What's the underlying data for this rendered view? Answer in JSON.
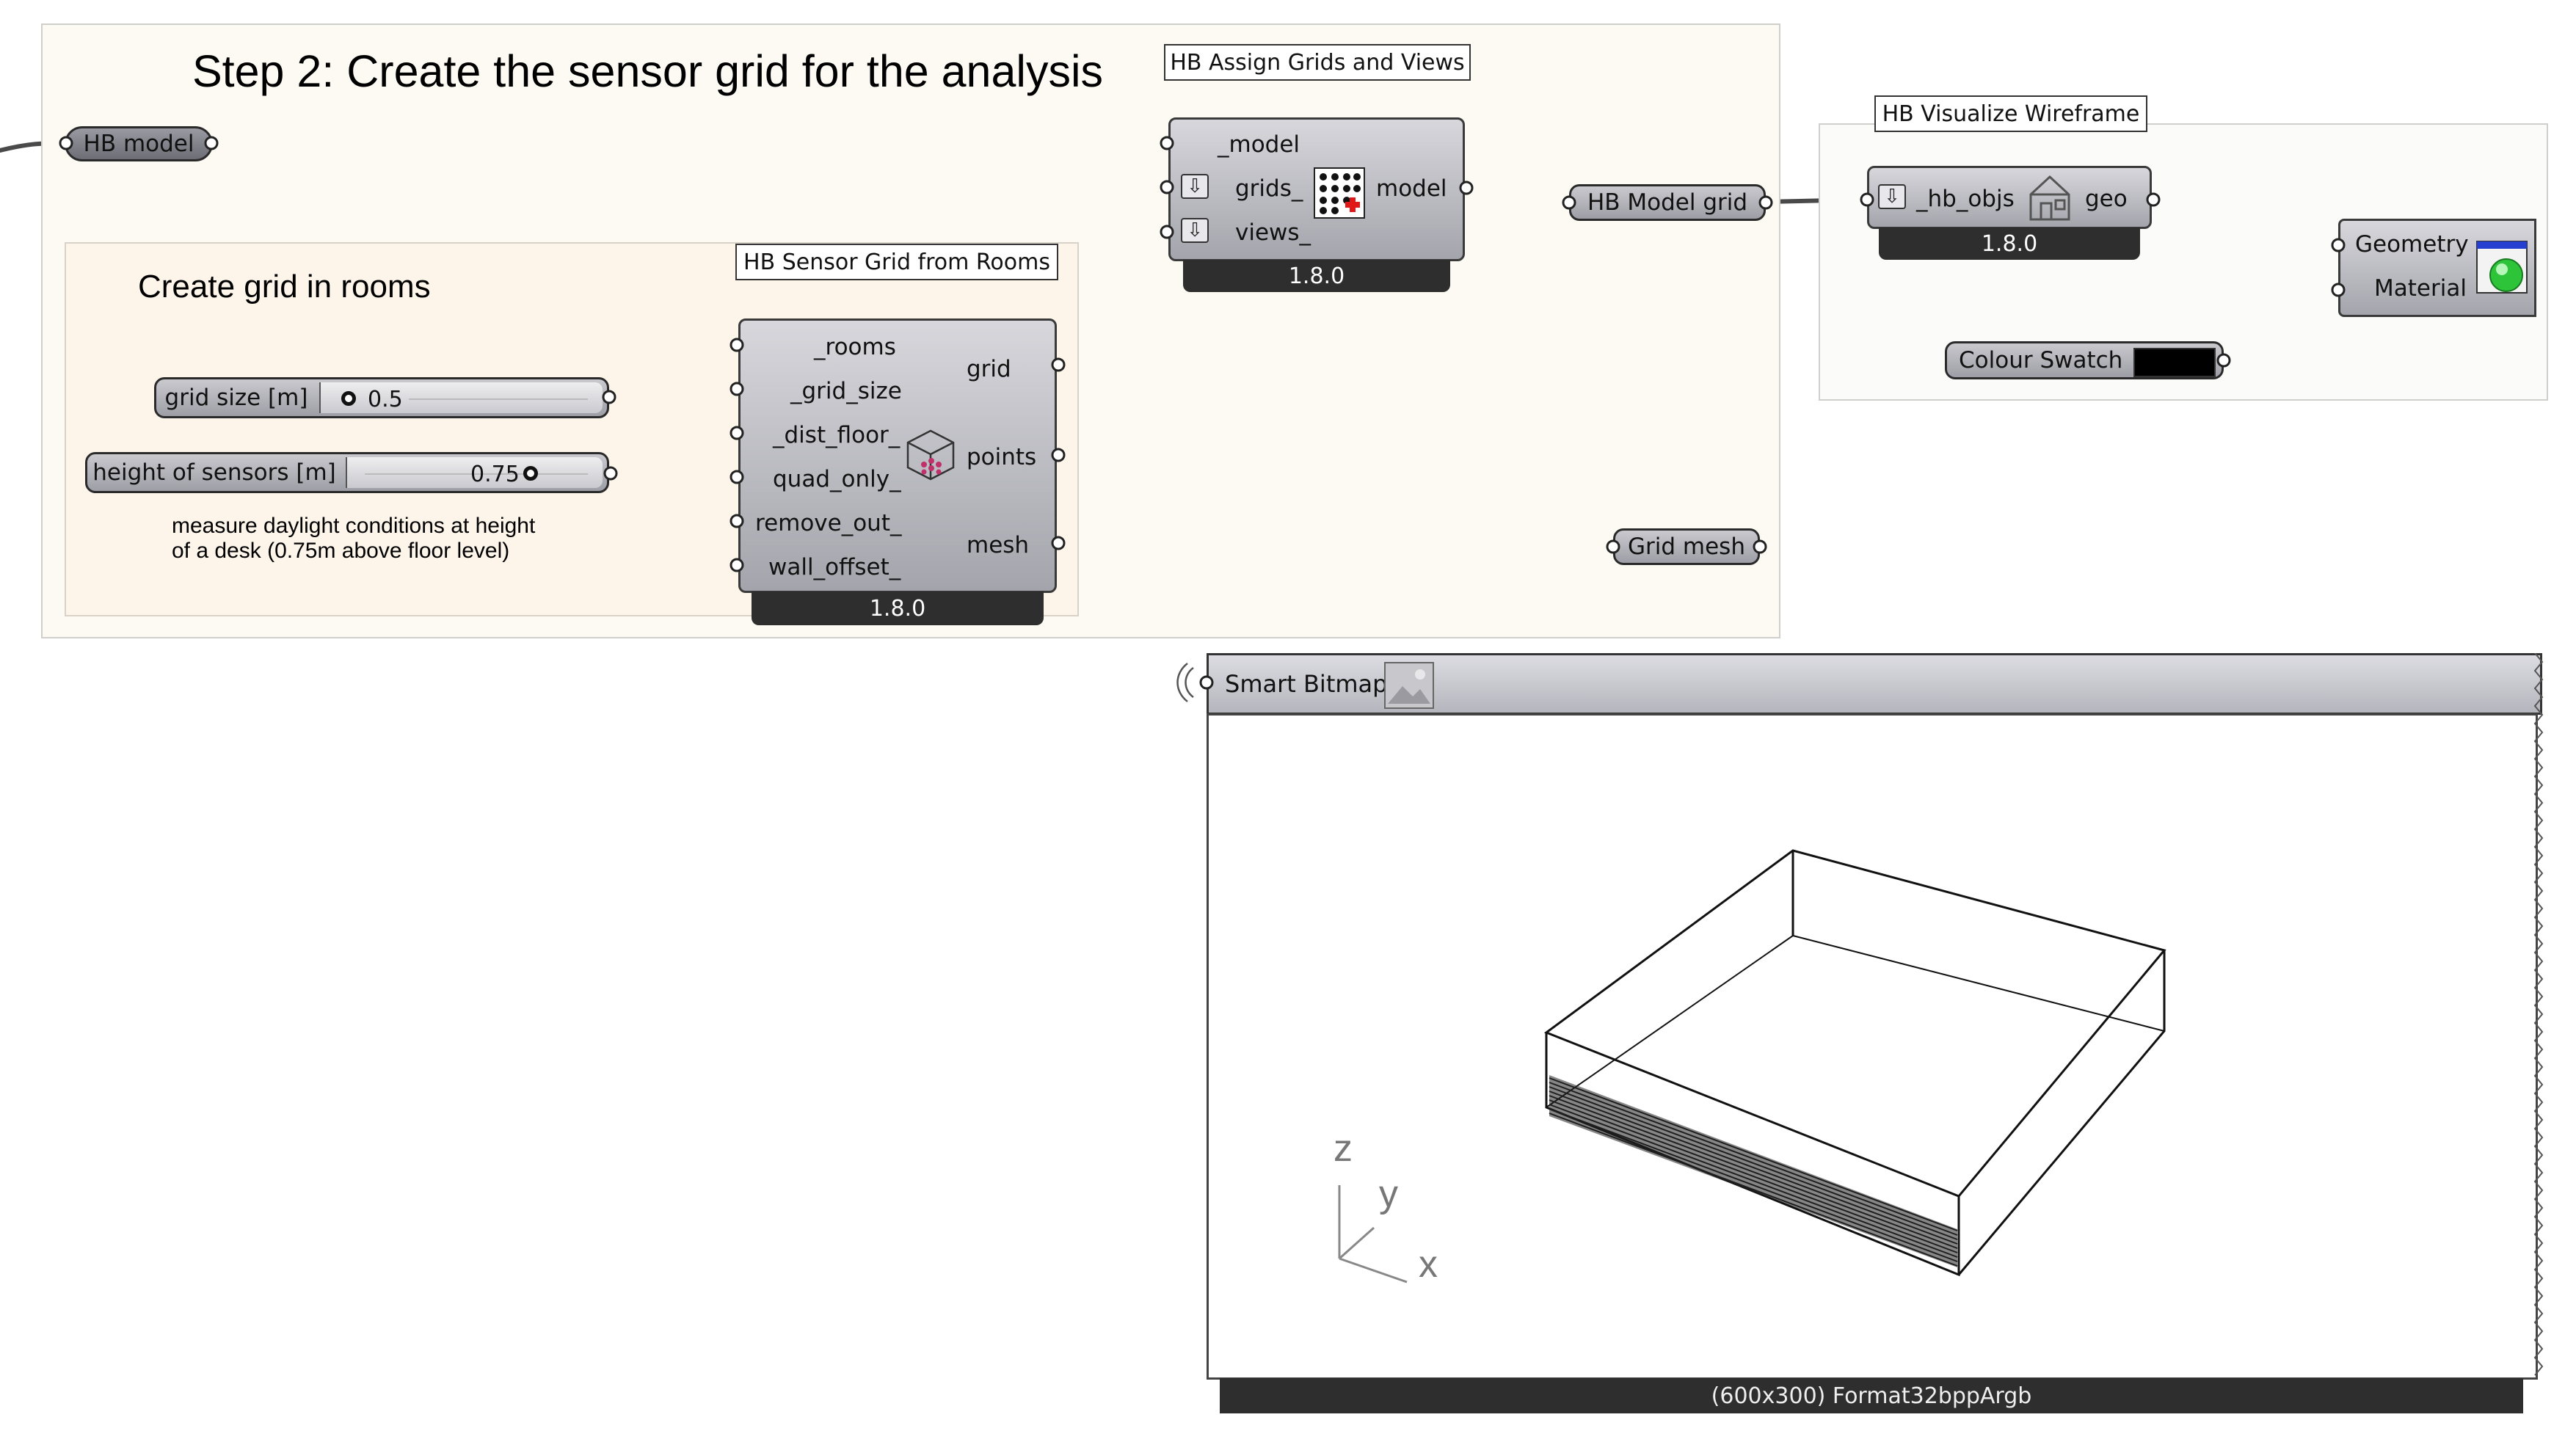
{
  "canvas": {
    "step_title": "Step 2: Create the sensor grid for the analysis",
    "subgroup_title": "Create grid in rooms",
    "note": "measure daylight conditions at height\nof a desk (0.75m above floor level)"
  },
  "params": {
    "hb_model": "HB model",
    "hb_model_grid": "HB Model grid",
    "grid_mesh": "Grid mesh",
    "colour_swatch": "Colour Swatch",
    "colour_swatch_color": "#000000"
  },
  "sliders": {
    "grid_size": {
      "label": "grid size [m]",
      "value": "0.5"
    },
    "height_of_sensors": {
      "label": "height of sensors [m]",
      "value": "0.75"
    }
  },
  "components": {
    "assign": {
      "balloon": "HB Assign Grids and Views",
      "inputs": [
        "_model",
        "grids_",
        "views_"
      ],
      "outputs": [
        "model"
      ],
      "version": "1.8.0"
    },
    "sensor": {
      "balloon": "HB Sensor Grid from Rooms",
      "inputs": [
        "_rooms",
        "_grid_size",
        "_dist_floor_",
        "quad_only_",
        "remove_out_",
        "wall_offset_"
      ],
      "outputs": [
        "grid",
        "points",
        "mesh"
      ],
      "version": "1.8.0"
    },
    "wireframe": {
      "balloon": "HB Visualize Wireframe",
      "inputs": [
        "_hb_objs"
      ],
      "outputs": [
        "geo"
      ],
      "version": "1.8.0"
    },
    "preview": {
      "inputs": [
        "Geometry",
        "Material"
      ]
    }
  },
  "bitmap": {
    "title": "Smart Bitmap",
    "footer": "(600x300) Format32bppArgb",
    "axes": {
      "z": "z",
      "y": "y",
      "x": "x"
    }
  }
}
